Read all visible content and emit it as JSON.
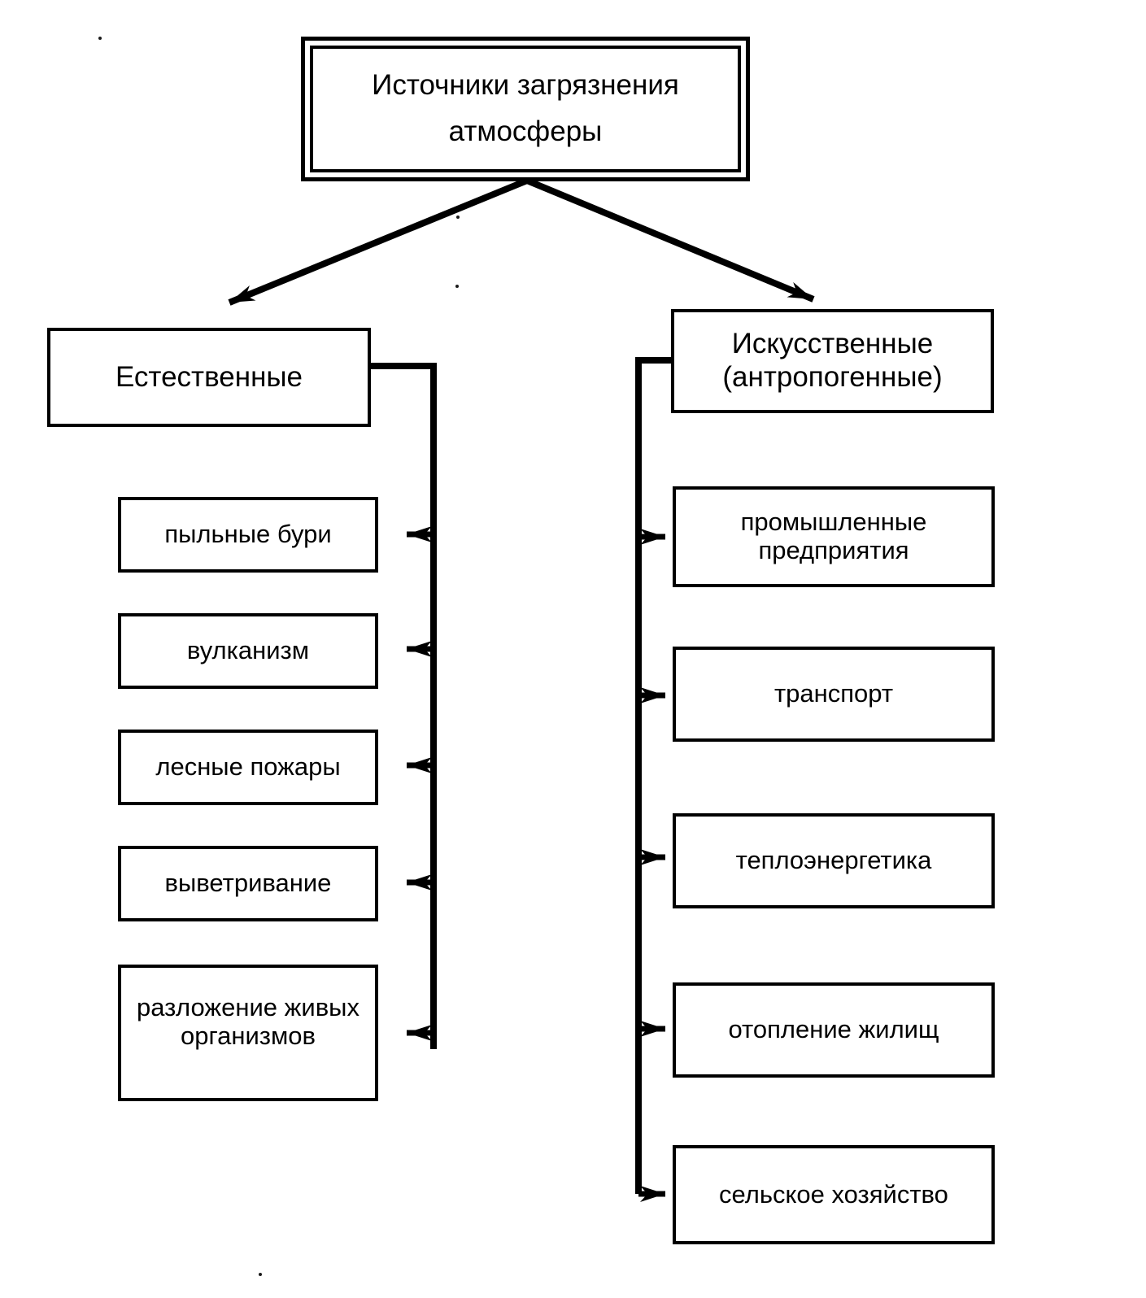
{
  "diagram": {
    "title": "Источники загрязнения\nатмосферы",
    "branches": [
      {
        "id": "natural",
        "label": "Естественные",
        "items": [
          {
            "label": "пыльные бури"
          },
          {
            "label": "вулканизм"
          },
          {
            "label": "лесные пожары"
          },
          {
            "label": "выветривание"
          },
          {
            "label": "разложение живых\nорганизмов"
          }
        ]
      },
      {
        "id": "artificial",
        "label": "Искусственные\n(антропогенные)",
        "items": [
          {
            "label": "промышленные\nпредприятия"
          },
          {
            "label": "транспорт"
          },
          {
            "label": "теплоэнергетика"
          },
          {
            "label": "отопление жилищ"
          },
          {
            "label": "сельское хозяйство"
          }
        ]
      }
    ],
    "colors": {
      "stroke": "#000000",
      "background": "#ffffff",
      "text": "#000000"
    }
  }
}
